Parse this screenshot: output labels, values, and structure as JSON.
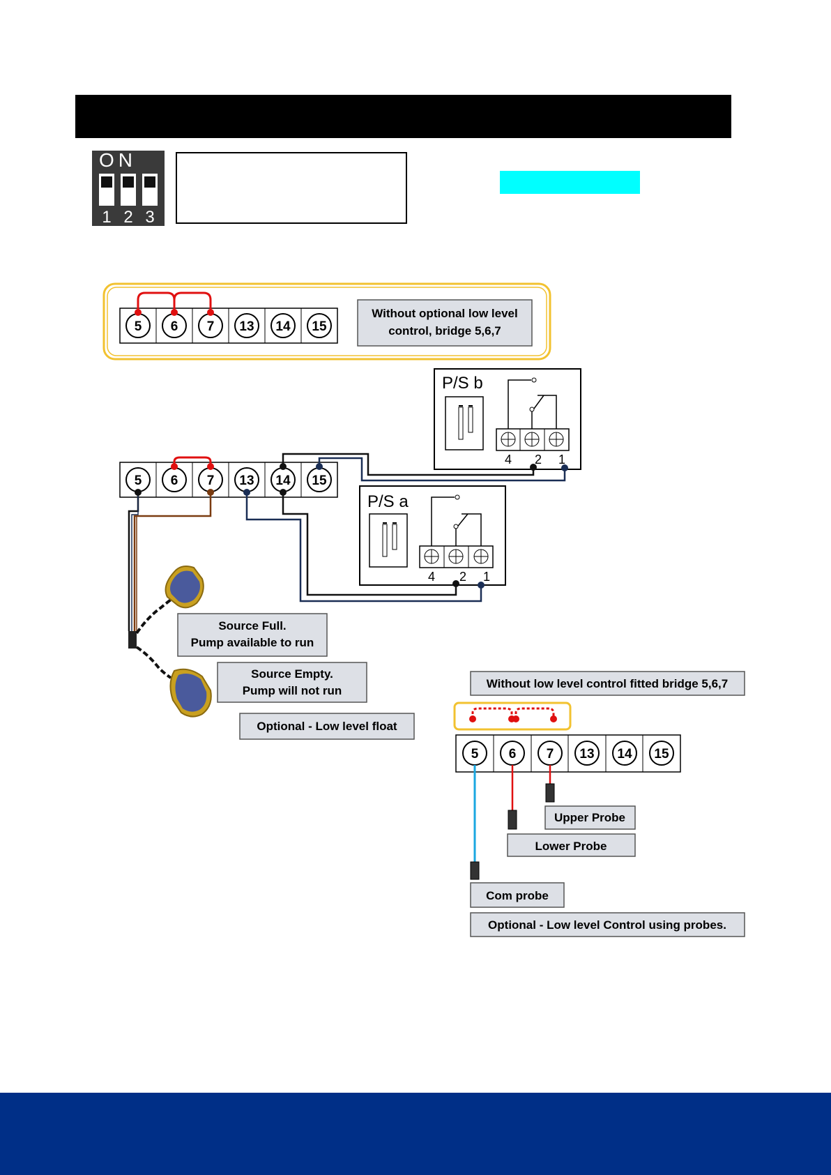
{
  "dip_switch": {
    "on_label": "ON",
    "positions": [
      "1",
      "2",
      "3"
    ]
  },
  "terminals": [
    "5",
    "6",
    "7",
    "13",
    "14",
    "15"
  ],
  "notes": {
    "bridge_line1": "Without optional low level",
    "bridge_line2": "control, bridge 5,6,7",
    "source_full_line1": "Source Full.",
    "source_full_line2": "Pump available to run",
    "source_empty_line1": "Source Empty.",
    "source_empty_line2": "Pump will not run",
    "optional_float": "Optional - Low level float",
    "probe_bridge": "Without low level control fitted bridge 5,6,7",
    "upper_probe": "Upper Probe",
    "lower_probe": "Lower Probe",
    "com_probe": "Com probe",
    "optional_probes": "Optional - Low level Control using probes."
  },
  "pressure_switches": {
    "a": {
      "label": "P/S a",
      "pins": [
        "4",
        "2",
        "1"
      ]
    },
    "b": {
      "label": "P/S b",
      "pins": [
        "4",
        "2",
        "1"
      ]
    }
  },
  "colors": {
    "header": "#000000",
    "footer": "#002f87",
    "highlight": "#00ffff",
    "bridge_red": "#e01010",
    "wire_brown": "#7a3b10",
    "wire_navy": "#1a2e55",
    "wire_cyan": "#1aa7e0",
    "outline_yellow": "#f2c230",
    "note_fill": "#dde0e6"
  }
}
